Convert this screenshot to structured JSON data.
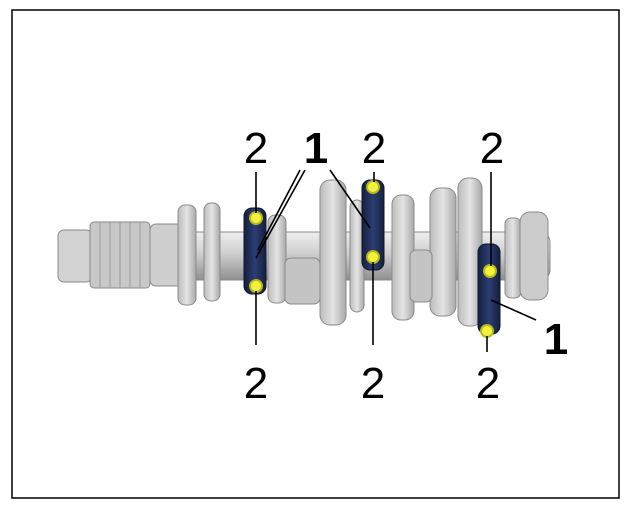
{
  "labels": {
    "rod_top_left": "2",
    "rod_top_mid": "2",
    "rod_top_right": "2",
    "rod_bottom_left": "2",
    "rod_bottom_mid": "2",
    "rod_bottom_right": "2",
    "cap_top": "1",
    "cap_bottom_right": "1"
  },
  "colors": {
    "crank_light": "#dcdcdc",
    "crank_mid": "#bdbdbd",
    "crank_dark": "#8e8e8e",
    "rod": "#1f2f5c",
    "rod_dark": "#14203f",
    "bolt": "#f2f23a",
    "bolt_ring": "#c8c820",
    "frame": "#000000"
  }
}
